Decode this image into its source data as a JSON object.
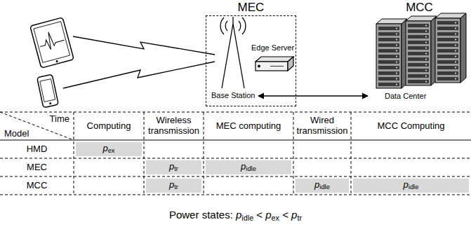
{
  "diagram": {
    "caption": "Power states: pidle < pex < ptr",
    "nodes": [
      {
        "text": [
          "MEC"
        ]
      },
      {
        "text": [
          "Base Station"
        ],
        "in": 0
      },
      {
        "text": [
          "Edge Server"
        ],
        "in": 0
      },
      {
        "text": [
          "MCC",
          "Data Center"
        ]
      }
    ],
    "edges": [
      {
        "from": 1,
        "to": 3,
        "arrow": "both"
      }
    ],
    "labels": [
      "Time",
      "Model",
      "Computing",
      "Wireless transmission",
      "MEC computing",
      "Wired transmission",
      "MCC Computing",
      "HMD",
      "pex",
      "MEC",
      "ptr",
      "pidle",
      "MCC",
      "ptr",
      "pidle",
      "pidle"
    ]
  }
}
